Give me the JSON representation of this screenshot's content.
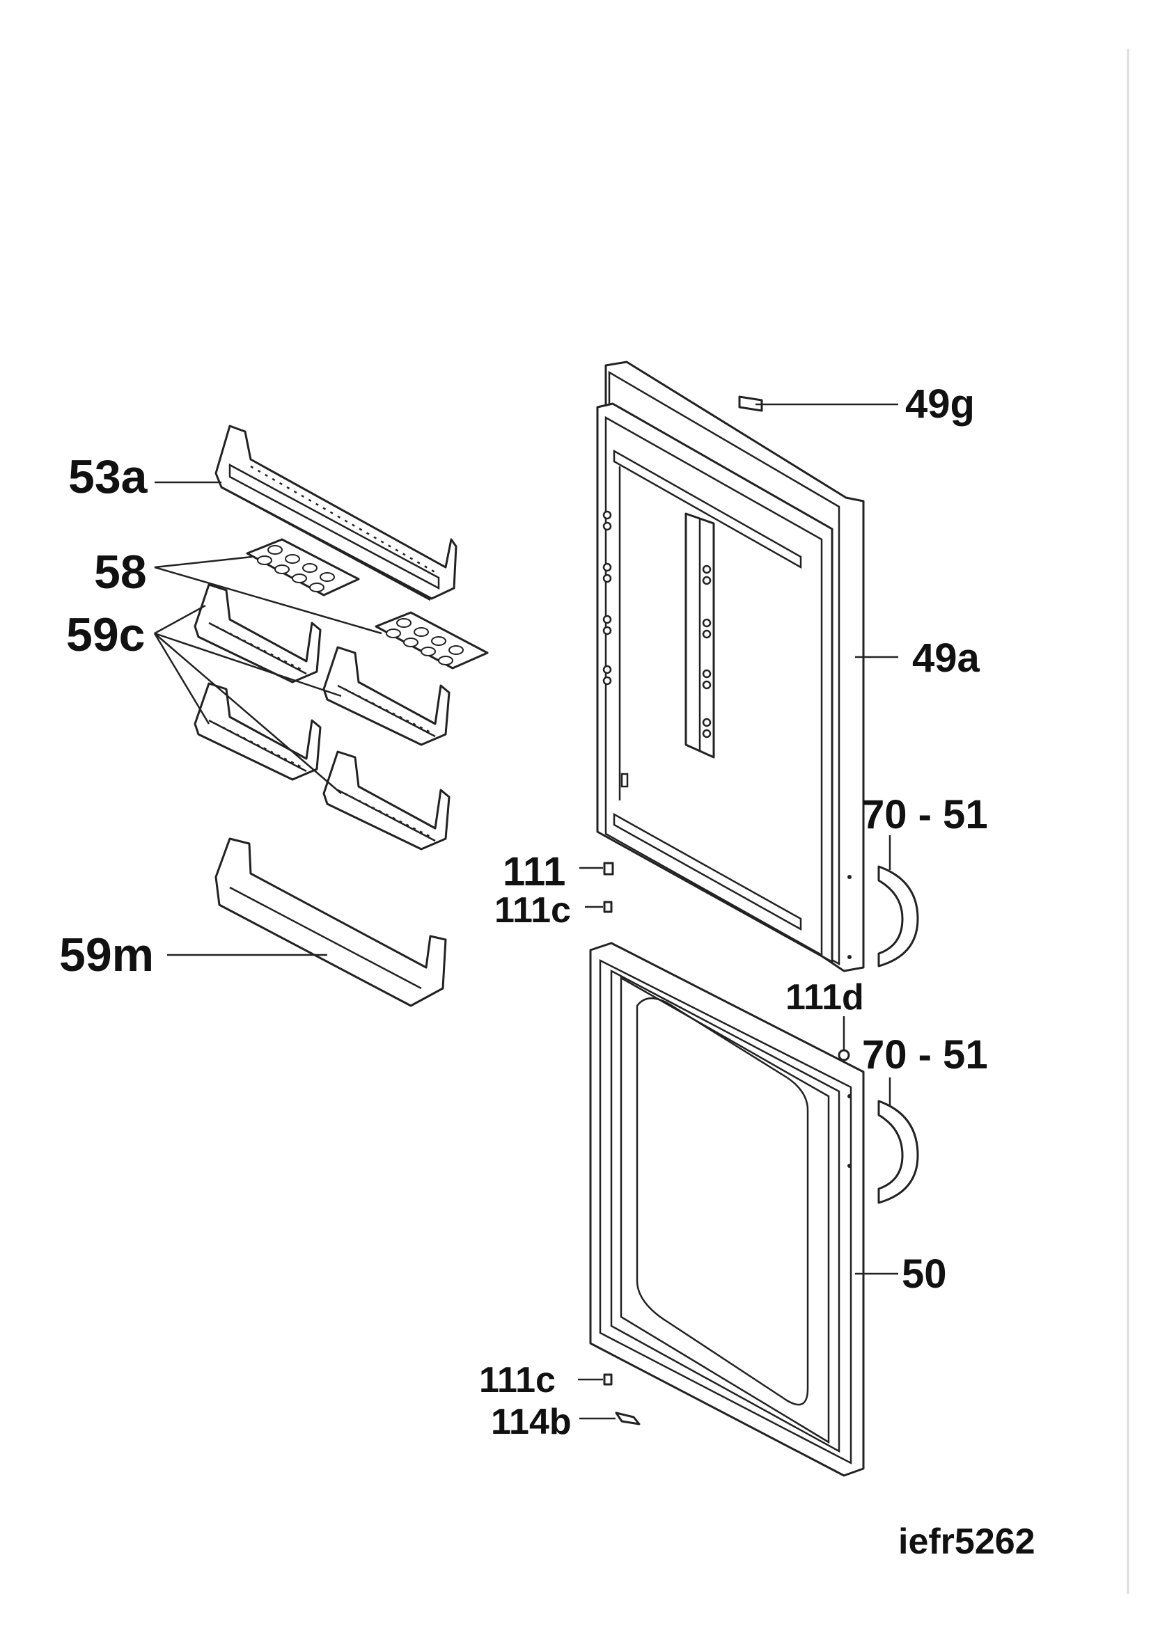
{
  "callouts": {
    "c49g": "49g",
    "c53a": "53a",
    "c58": "58",
    "c59c": "59c",
    "c49a": "49a",
    "c70_51_top": "70 - 51",
    "c111": "111",
    "c111c_top": "111c",
    "c59m": "59m",
    "c111d": "111d",
    "c70_51_bottom": "70 - 51",
    "c50": "50",
    "c111c_bottom": "111c",
    "c114b": "114b"
  },
  "drawing_code": "iefr5262"
}
